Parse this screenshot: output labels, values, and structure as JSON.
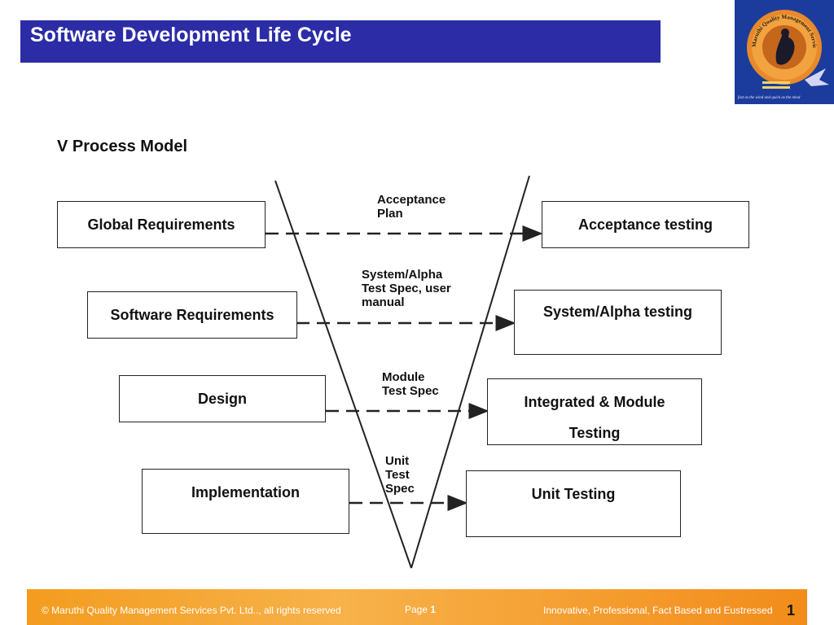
{
  "header": {
    "title": "Software Development Life Cycle"
  },
  "logo": {
    "ring_text": "Maruthi Quality Management Services Pvt. Ltd.",
    "tagline": "fast as the wind and quick as the mind"
  },
  "diagram": {
    "subtitle": "V Process Model",
    "left_boxes": [
      "Global Requirements",
      "Software Requirements",
      "Design",
      "Implementation"
    ],
    "right_boxes": [
      "Acceptance testing",
      "System/Alpha testing",
      "Integrated & Module",
      "Testing",
      "Unit Testing"
    ],
    "arrow_labels": [
      "Acceptance\nPlan",
      "System/Alpha\nTest Spec, user\nmanual",
      "Module\nTest Spec",
      "Unit\nTest\nSpec"
    ]
  },
  "footer": {
    "copyright": "© Maruthi Quality Management Services Pvt. Ltd.., all rights reserved",
    "page_label": "Page ",
    "page_value": "1",
    "tagline": "Innovative, Professional, Fact Based and Eustressed",
    "slide_number": "1"
  }
}
